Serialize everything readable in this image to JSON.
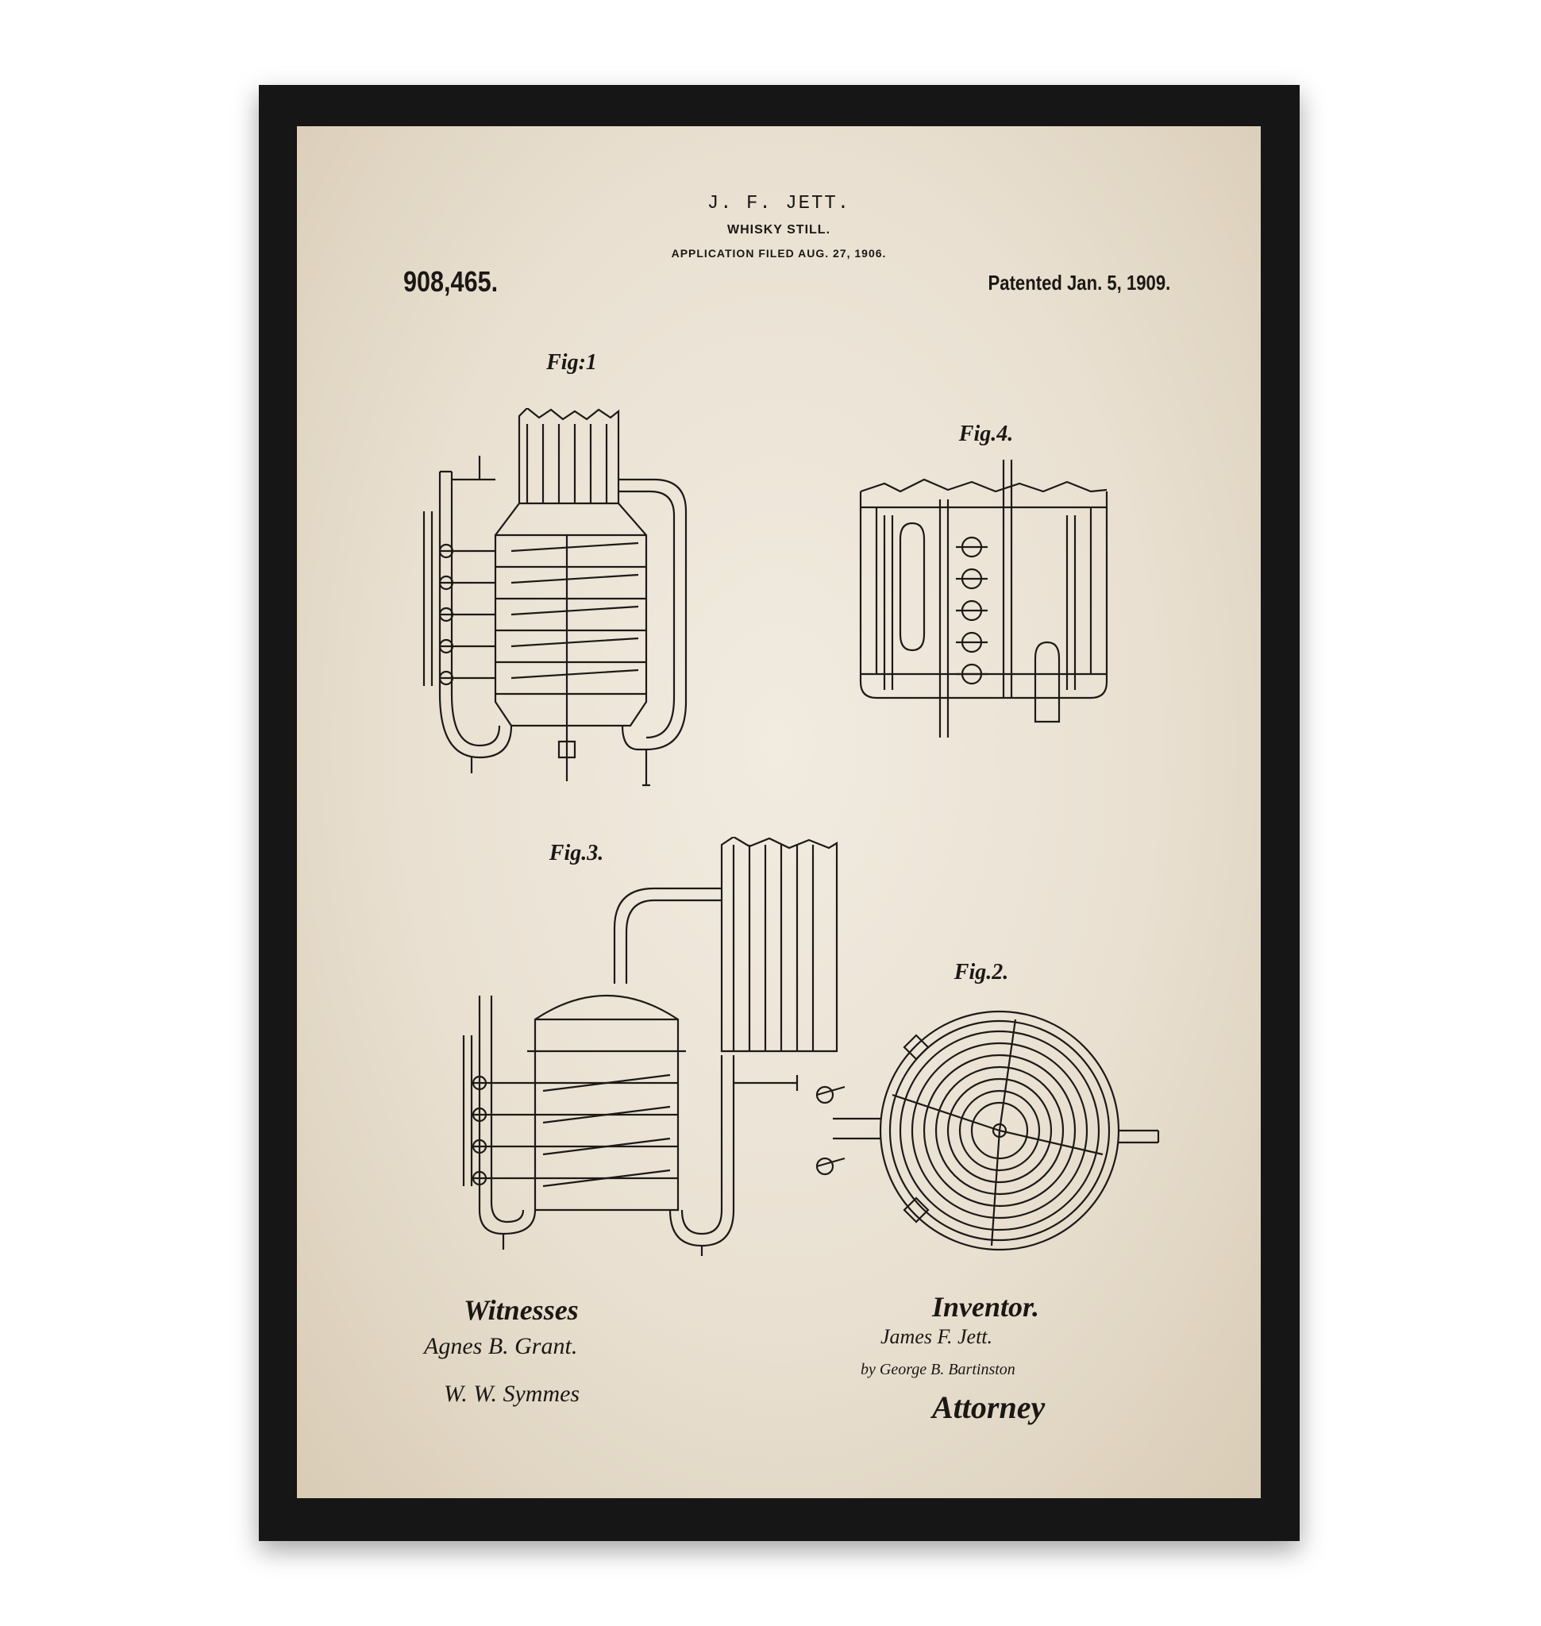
{
  "patent": {
    "inventor_name": "J. F. JETT.",
    "title": "WHISKY STILL.",
    "application": "APPLICATION FILED AUG. 27, 1906.",
    "number": "908,465.",
    "patented": "Patented Jan. 5, 1909."
  },
  "figures": [
    {
      "label": "Fig:1"
    },
    {
      "label": "Fig.4."
    },
    {
      "label": "Fig.3."
    },
    {
      "label": "Fig.2."
    }
  ],
  "witnesses": {
    "heading": "Witnesses",
    "signatures": [
      "Agnes B. Grant.",
      "W. W. Symmes"
    ]
  },
  "inventor": {
    "heading": "Inventor.",
    "signature": "James F. Jett.",
    "by_attorney": "by George B. Bartinston",
    "attorney_label": "Attorney"
  },
  "colors": {
    "frame": "#161616",
    "paper": "#ebe3d5",
    "ink": "#1d1a17"
  }
}
